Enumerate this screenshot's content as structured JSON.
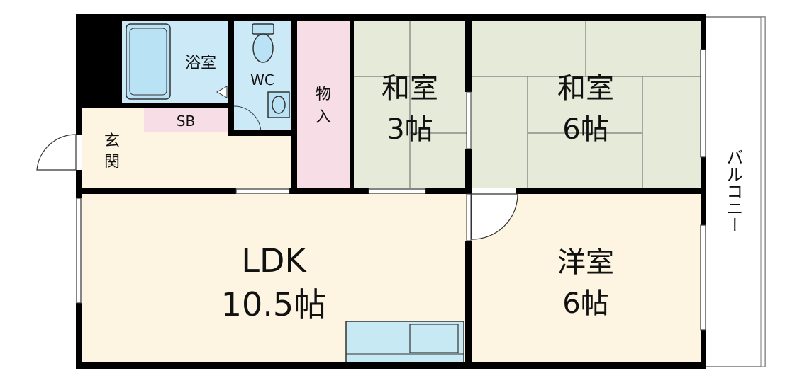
{
  "floorplan": {
    "rooms": {
      "bath": {
        "label": "浴室"
      },
      "wc": {
        "label": "WC"
      },
      "storage": {
        "label_line1": "物",
        "label_line2": "入"
      },
      "washitsu_small": {
        "label_line1": "和室",
        "label_line2": "3帖"
      },
      "washitsu_large": {
        "label_line1": "和室",
        "label_line2": "6帖"
      },
      "sb": {
        "label": "SB"
      },
      "genkan": {
        "label_line1": "玄",
        "label_line2": "関"
      },
      "ldk": {
        "label_line1": "LDK",
        "label_line2": "10.5帖"
      },
      "youshitsu": {
        "label_line1": "洋室",
        "label_line2": "6帖"
      },
      "balcony": {
        "label": "バルコニー"
      }
    },
    "colors": {
      "wall": "#000000",
      "tatami": "#e6ead9",
      "floor_wood": "#fdf5e2",
      "bath_blue": "#cbe9f6",
      "fixture_blue": "#b9e3f4",
      "storage_pink": "#f6dde6",
      "sb_pink": "#f6dde6",
      "kitchen_blue": "#c6e9f4"
    }
  }
}
